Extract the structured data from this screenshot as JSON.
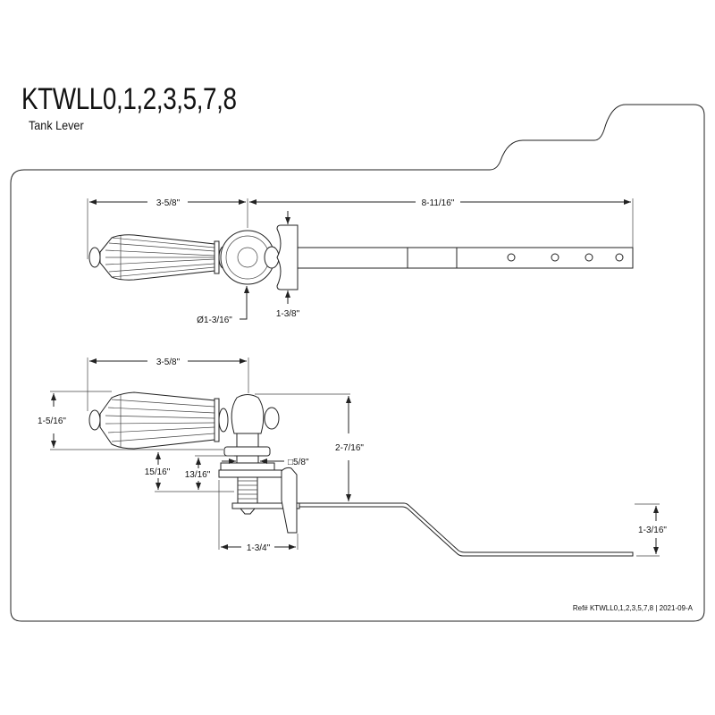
{
  "header": {
    "title": "KTWLL0,1,2,3,5,7,8",
    "subtitle": "Tank Lever"
  },
  "top_view": {
    "dims": {
      "handle_length": "3-5/8\"",
      "arm_length": "8-11/16\"",
      "hub_diameter": "Ø1-3/16\"",
      "escutcheon_height": "1-3/8\""
    }
  },
  "side_view": {
    "dims": {
      "handle_length": "3-5/8\"",
      "handle_height": "1-5/16\"",
      "overall_height": "2-7/16\"",
      "shank_length": "15/16\"",
      "thread_length": "13/16\"",
      "square_size": "□5/8\"",
      "bracket_width": "1-3/4\"",
      "arm_drop": "1-3/16\""
    }
  },
  "footer": {
    "ref": "Ref# KTWLL0,1,2,3,5,7,8 | 2021-09-A"
  }
}
